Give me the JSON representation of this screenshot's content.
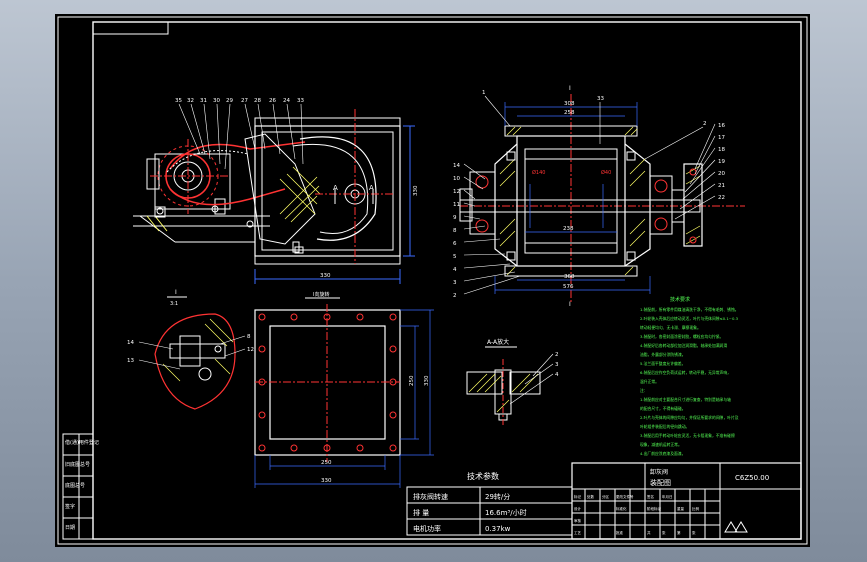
{
  "tech_params": {
    "title": "技术参数",
    "rows": [
      {
        "name": "排灰阀转速",
        "value": "29转/分"
      },
      {
        "name": "排    量",
        "value": "16.6m³/小时"
      },
      {
        "name": "电机功率",
        "value": "0.37kw"
      }
    ]
  },
  "title_block": {
    "name_line1": "卸灰阀",
    "name_line2": "装配图",
    "drawing_no": "C6Z50.00",
    "small_row_1": [
      "标记",
      "处数",
      "分区",
      "更改文件号",
      "签名",
      "年月日"
    ],
    "small_row_2": [
      "设计",
      "标准化",
      "阶段标记",
      "重量",
      "比例"
    ],
    "small_row_3": [
      "审核"
    ],
    "small_row_4": [
      "工艺",
      "批准",
      "共",
      "张",
      "第",
      "张"
    ]
  },
  "left_strip_labels": [
    "借(通)用件登记",
    "旧底图总号",
    "底图总号",
    "签字",
    "日期"
  ],
  "view_labels": {
    "section_a_a": "A-A放大",
    "section_i_top": "I",
    "section_i_bottom": "I",
    "detail_label": "I",
    "detail_scale": "3:1",
    "side_view_sub": "I向旋转",
    "cut_a_left": "A",
    "cut_a_right": "A"
  },
  "front_view_callouts": [
    "35",
    "32",
    "31",
    "30",
    "29",
    "27",
    "28",
    "26",
    "24",
    "33"
  ],
  "section_callouts_left": [
    "14",
    "10",
    "12",
    "11",
    "9",
    "8",
    "6",
    "5",
    "4",
    "3",
    "2"
  ],
  "section_callouts_right": [
    "16",
    "17",
    "18",
    "19",
    "20",
    "21",
    "22"
  ],
  "section_callouts_top": [
    "1",
    "33"
  ],
  "section_right_top": "2",
  "detail_callouts": [
    "14",
    "13",
    "8",
    "12"
  ],
  "section_aa_callouts": [
    "2",
    "3",
    "4"
  ],
  "dimensions": {
    "front_height": "330",
    "front_width": "330",
    "plan_inner": "250",
    "plan_outer": "330",
    "plan_right_1": "250",
    "plan_right_2": "330",
    "sec_top_1": "308",
    "sec_top_2": "258",
    "sec_mid": "238",
    "sec_bottom_1": "368",
    "sec_bottom_2": "576",
    "sec_left_bore": "Ø140",
    "sec_right_bore": "Ø40"
  },
  "notes": {
    "heading": "技术要求",
    "lines": [
      "1.装配前，所有零件用煤油清洗干净，不得有毛刺、锈蚀。",
      "2.叶轮装入壳体后应转动灵活，叶片与壳体间隙≤0.1~0.3",
      "  转动轻便均匀、无卡滞、摩擦现象。",
      "3.装配时，各密封面涂密封胶，螺栓应均匀拧紧。",
      "4.装配好后各转动部位加注润滑脂，轴承处加满润滑",
      "  油脂，外露部分涂防锈漆。",
      "5.法兰面平整度允许偏差。",
      "6.装配后应作空负荷试运转，转动平稳，无异常声响，",
      "  温升正常。",
      "注：",
      "1.装配前应对主要配合尺寸进行复查，特别是轴承与轴",
      "  的配合尺寸，不得有磕碰。",
      "2.叶片与壳体的间隙应均匀，并保证所要求的间隙，叶片及",
      "  叶轮组件装配后的径向跳动。",
      "3.装配后用手转动叶轮应灵活，无卡阻现象，不准有碰擦",
      "  现象，减速机运转正常。",
      "4.出厂前应涂底漆及面漆。"
    ]
  },
  "colors": {
    "background": "#000000",
    "outline": "#ffffff",
    "part": "#ff3333",
    "hatch": "#ffff66",
    "dimension": "#3b6bff",
    "centerline": "#ff3333",
    "notes": "#55ff55",
    "callout_line": "#ffffff"
  }
}
